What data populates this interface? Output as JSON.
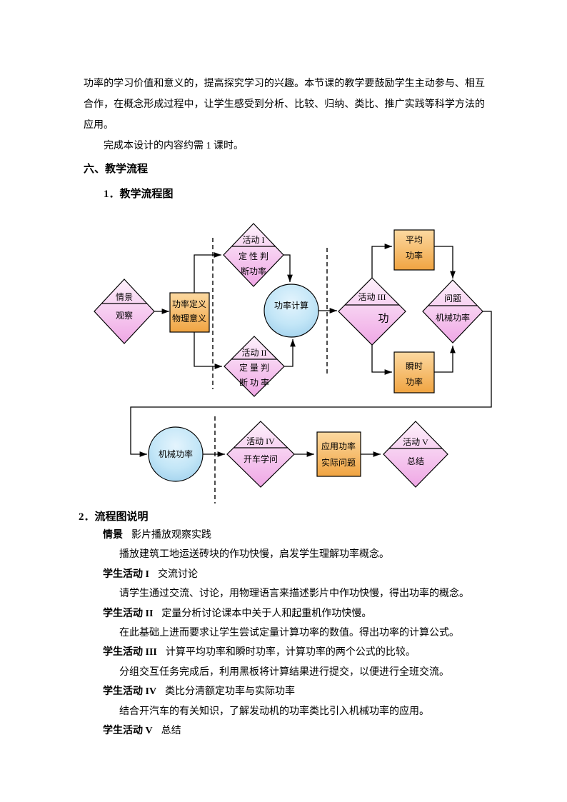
{
  "intro": {
    "paragraph": "功率的学习价值和意义的，提高探究学习的兴趣。本节课的教学要鼓励学生主动参与、相互合作，在概念形成过程中，让学生感受到分析、比较、归纳、类比、推广实践等科学方法的应用。",
    "duration_note": "完成本设计的内容约需 1 课时。"
  },
  "sections": {
    "main_title": "六、教学流程",
    "flowchart_title": "1．教学流程图",
    "notes_title": "2．流程图说明"
  },
  "flowchart": {
    "colors": {
      "diamond_top": "#fdf1fb",
      "diamond_bottom": "#efa7e5",
      "rect_top": "#fcd9a1",
      "rect_bottom": "#f0a442",
      "circle_highlight": "#e4f4fd",
      "circle_edge": "#9dcfec",
      "line": "#000000"
    },
    "d1": {
      "top": "情景",
      "bottom": "观察"
    },
    "r1": {
      "l1": "功率定义",
      "l2": "物理意义"
    },
    "d2": {
      "t": "活动 I",
      "m": "定 性 判",
      "b": "断功率"
    },
    "d3": {
      "t": "活动 II",
      "m": "定 量 判",
      "b": "断 功 率"
    },
    "c1": {
      "label": "功率计算"
    },
    "d4": {
      "t": "活动 III",
      "b": "功"
    },
    "r2": {
      "l1": "平均",
      "l2": "功率"
    },
    "r3": {
      "l1": "瞬时",
      "l2": "功率"
    },
    "d5": {
      "t": "问题",
      "b": "机械功率"
    },
    "c2": {
      "label": "机械功率"
    },
    "d6": {
      "t": "活动 IV",
      "b": "开车学问"
    },
    "r4": {
      "l1": "应用功率",
      "l2": "实际问题"
    },
    "d7": {
      "t": "活动 V",
      "b": "总结"
    }
  },
  "explanation": {
    "items": [
      {
        "label": "情景",
        "heading": "影片播放观察实践",
        "detail": "播放建筑工地运送砖块的作功快慢，启发学生理解功率概念。"
      },
      {
        "label": "学生活动 I",
        "heading": "交流讨论",
        "detail": "请学生通过交流、讨论，用物理语言来描述影片中作功快慢，得出功率的概念。"
      },
      {
        "label": "学生活动 II",
        "heading": "定量分析讨论课本中关于人和起重机作功快慢。",
        "detail": "在此基础上进而要求让学生尝试定量计算功率的数值。得出功率的计算公式。"
      },
      {
        "label": "学生活动 III",
        "heading": "计算平均功率和瞬时功率，计算功率的两个公式的比较。",
        "detail": "分组交互任务完成后，利用黑板将计算结果进行提交，以便进行全班交流。"
      },
      {
        "label": "学生活动 IV",
        "heading": "类比分清额定功率与实际功率",
        "detail": "结合开汽车的有关知识，了解发动机的功率类比引入机械功率的应用。"
      },
      {
        "label": "学生活动 V",
        "heading": "总结",
        "detail": ""
      }
    ]
  }
}
